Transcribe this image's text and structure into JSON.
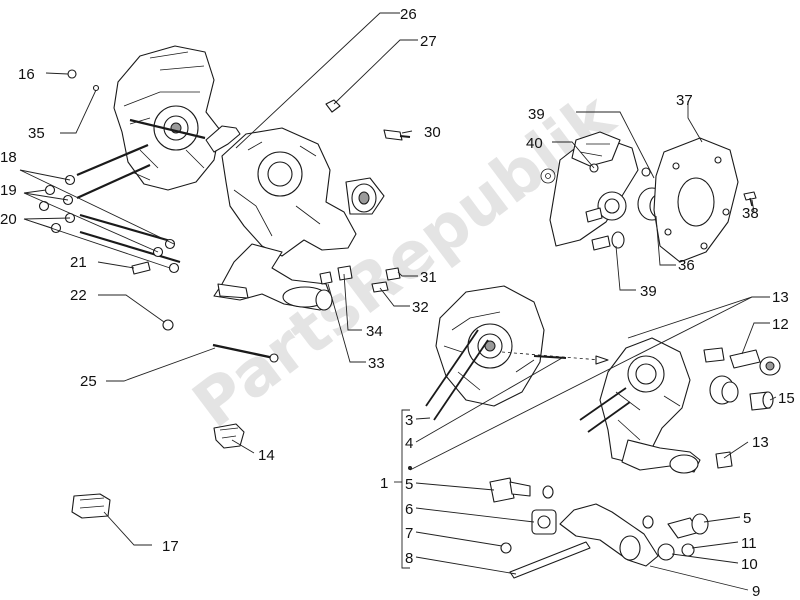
{
  "watermark": "PartsRepublik",
  "callouts": [
    {
      "id": "c16",
      "label": "16"
    },
    {
      "id": "c35",
      "label": "35"
    },
    {
      "id": "c18",
      "label": "18"
    },
    {
      "id": "c19",
      "label": "19"
    },
    {
      "id": "c20",
      "label": "20"
    },
    {
      "id": "c21",
      "label": "21"
    },
    {
      "id": "c22",
      "label": "22"
    },
    {
      "id": "c25",
      "label": "25"
    },
    {
      "id": "c14",
      "label": "14"
    },
    {
      "id": "c17",
      "label": "17"
    },
    {
      "id": "c26",
      "label": "26"
    },
    {
      "id": "c27",
      "label": "27"
    },
    {
      "id": "c30",
      "label": "30"
    },
    {
      "id": "c31",
      "label": "31"
    },
    {
      "id": "c32",
      "label": "32"
    },
    {
      "id": "c34",
      "label": "34"
    },
    {
      "id": "c33",
      "label": "33"
    },
    {
      "id": "c39a",
      "label": "39"
    },
    {
      "id": "c40",
      "label": "40"
    },
    {
      "id": "c37",
      "label": "37"
    },
    {
      "id": "c38",
      "label": "38"
    },
    {
      "id": "c36",
      "label": "36"
    },
    {
      "id": "c39b",
      "label": "39"
    },
    {
      "id": "c13a",
      "label": "13"
    },
    {
      "id": "c12",
      "label": "12"
    },
    {
      "id": "c15",
      "label": "15"
    },
    {
      "id": "c13b",
      "label": "13"
    },
    {
      "id": "c3",
      "label": "3"
    },
    {
      "id": "c4",
      "label": "4"
    },
    {
      "id": "c1",
      "label": "1"
    },
    {
      "id": "c5a",
      "label": "5"
    },
    {
      "id": "c6",
      "label": "6"
    },
    {
      "id": "c7",
      "label": "7"
    },
    {
      "id": "c8",
      "label": "8"
    },
    {
      "id": "c5b",
      "label": "5"
    },
    {
      "id": "c11",
      "label": "11"
    },
    {
      "id": "c10",
      "label": "10"
    },
    {
      "id": "c9",
      "label": "9"
    }
  ]
}
